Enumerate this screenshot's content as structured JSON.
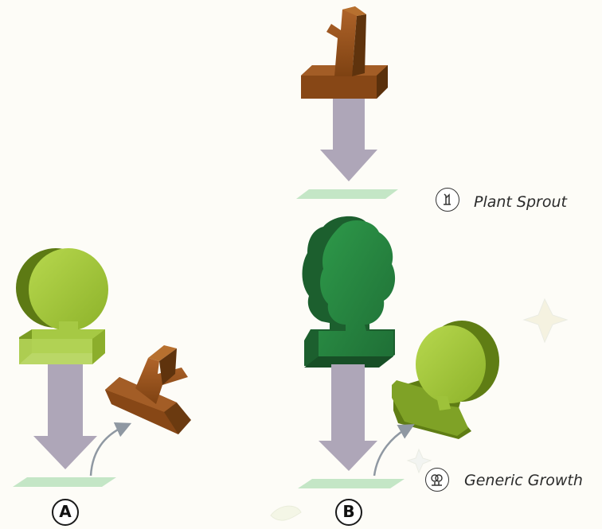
{
  "markers": {
    "a": "A",
    "b": "B"
  },
  "legend": {
    "plant_sprout": {
      "icon": "sprout-circle-icon",
      "label": "Plant Sprout"
    },
    "generic_growth": {
      "icon": "growth-circle-icon",
      "label": "Generic Growth"
    }
  },
  "colors": {
    "background": "#fdfcf7",
    "arrow": "#aea6b8",
    "tile": "#c4e6c6",
    "sprout_wood": "#8b4a14",
    "light_tree": "#9cc232",
    "dark_tree": "#247a3c",
    "curve_arrow": "#8f98a2"
  }
}
